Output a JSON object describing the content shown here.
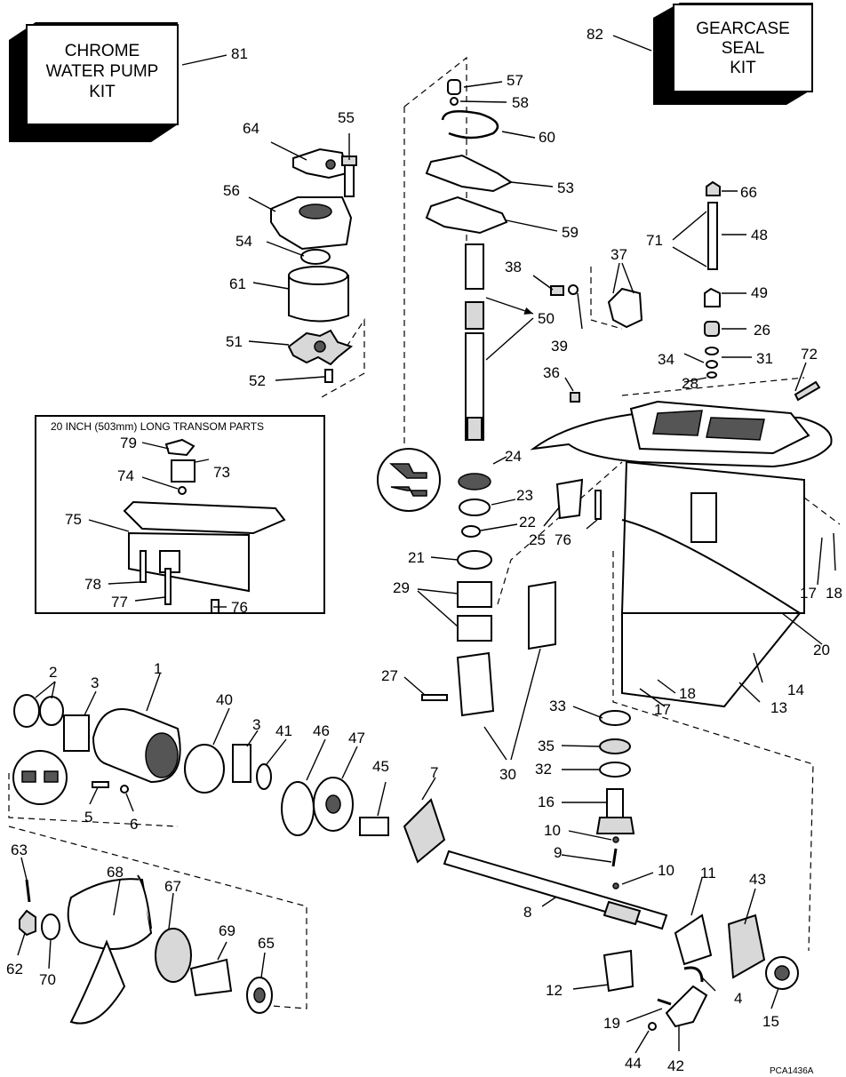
{
  "kits": [
    {
      "id": "chrome-water-pump-kit",
      "lines": [
        "CHROME",
        "WATER PUMP",
        "KIT"
      ],
      "callout": "81"
    },
    {
      "id": "gearcase-seal-kit",
      "lines": [
        "GEARCASE",
        "SEAL",
        "KIT"
      ],
      "callout": "82"
    }
  ],
  "inset": {
    "title": "20 INCH (503mm) LONG TRANSOM PARTS"
  },
  "figure_code": "PCA1436A",
  "callouts": [
    "1",
    "2",
    "3",
    "3",
    "4",
    "5",
    "6",
    "7",
    "8",
    "9",
    "10",
    "10",
    "11",
    "12",
    "13",
    "14",
    "15",
    "16",
    "17",
    "17",
    "18",
    "18",
    "19",
    "20",
    "21",
    "22",
    "23",
    "24",
    "25",
    "26",
    "27",
    "28",
    "29",
    "30",
    "31",
    "32",
    "33",
    "34",
    "35",
    "36",
    "37",
    "38",
    "39",
    "40",
    "41",
    "42",
    "43",
    "44",
    "45",
    "46",
    "47",
    "48",
    "49",
    "50",
    "51",
    "52",
    "53",
    "54",
    "55",
    "56",
    "57",
    "58",
    "59",
    "60",
    "61",
    "62",
    "63",
    "64",
    "65",
    "66",
    "67",
    "68",
    "69",
    "70",
    "71",
    "72",
    "73",
    "74",
    "75",
    "76",
    "76",
    "77",
    "78",
    "79"
  ]
}
